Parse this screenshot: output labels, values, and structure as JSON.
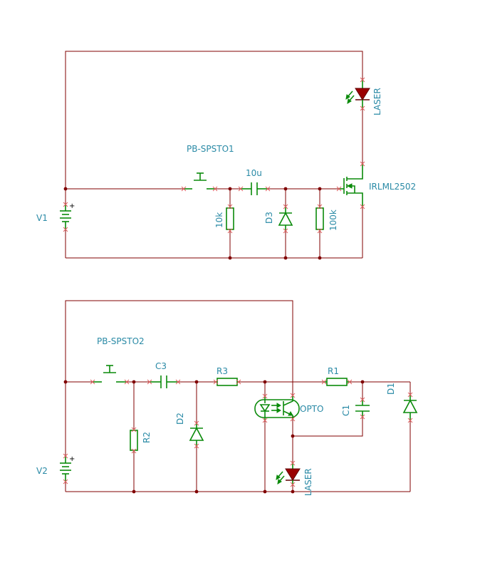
{
  "background": "#ffffff",
  "colors": {
    "wire": "#800000",
    "component": "#0a8a0a",
    "label": "#2a8aa6",
    "led": "#9a0000",
    "pin_marker": "#e06060"
  },
  "circuit1": {
    "source_label": "V1",
    "switch_label": "PB-SPSTO1",
    "capacitor_label": "10u",
    "resistor_left_label": "10k",
    "diode_label": "D3",
    "resistor_right_label": "100k",
    "mosfet_label": "IRLML2502",
    "led_label": "LASER",
    "battery_polarity": "+"
  },
  "circuit2": {
    "source_label": "V2",
    "switch_label": "PB-SPSTO2",
    "capacitor_label": "C3",
    "resistor_r2_label": "R2",
    "diode_d2_label": "D2",
    "resistor_r3_label": "R3",
    "opto_label": "OPTO",
    "resistor_r1_label": "R1",
    "capacitor_c1_label": "C1",
    "diode_d1_label": "D1",
    "led_label": "LASER",
    "battery_polarity": "+"
  }
}
